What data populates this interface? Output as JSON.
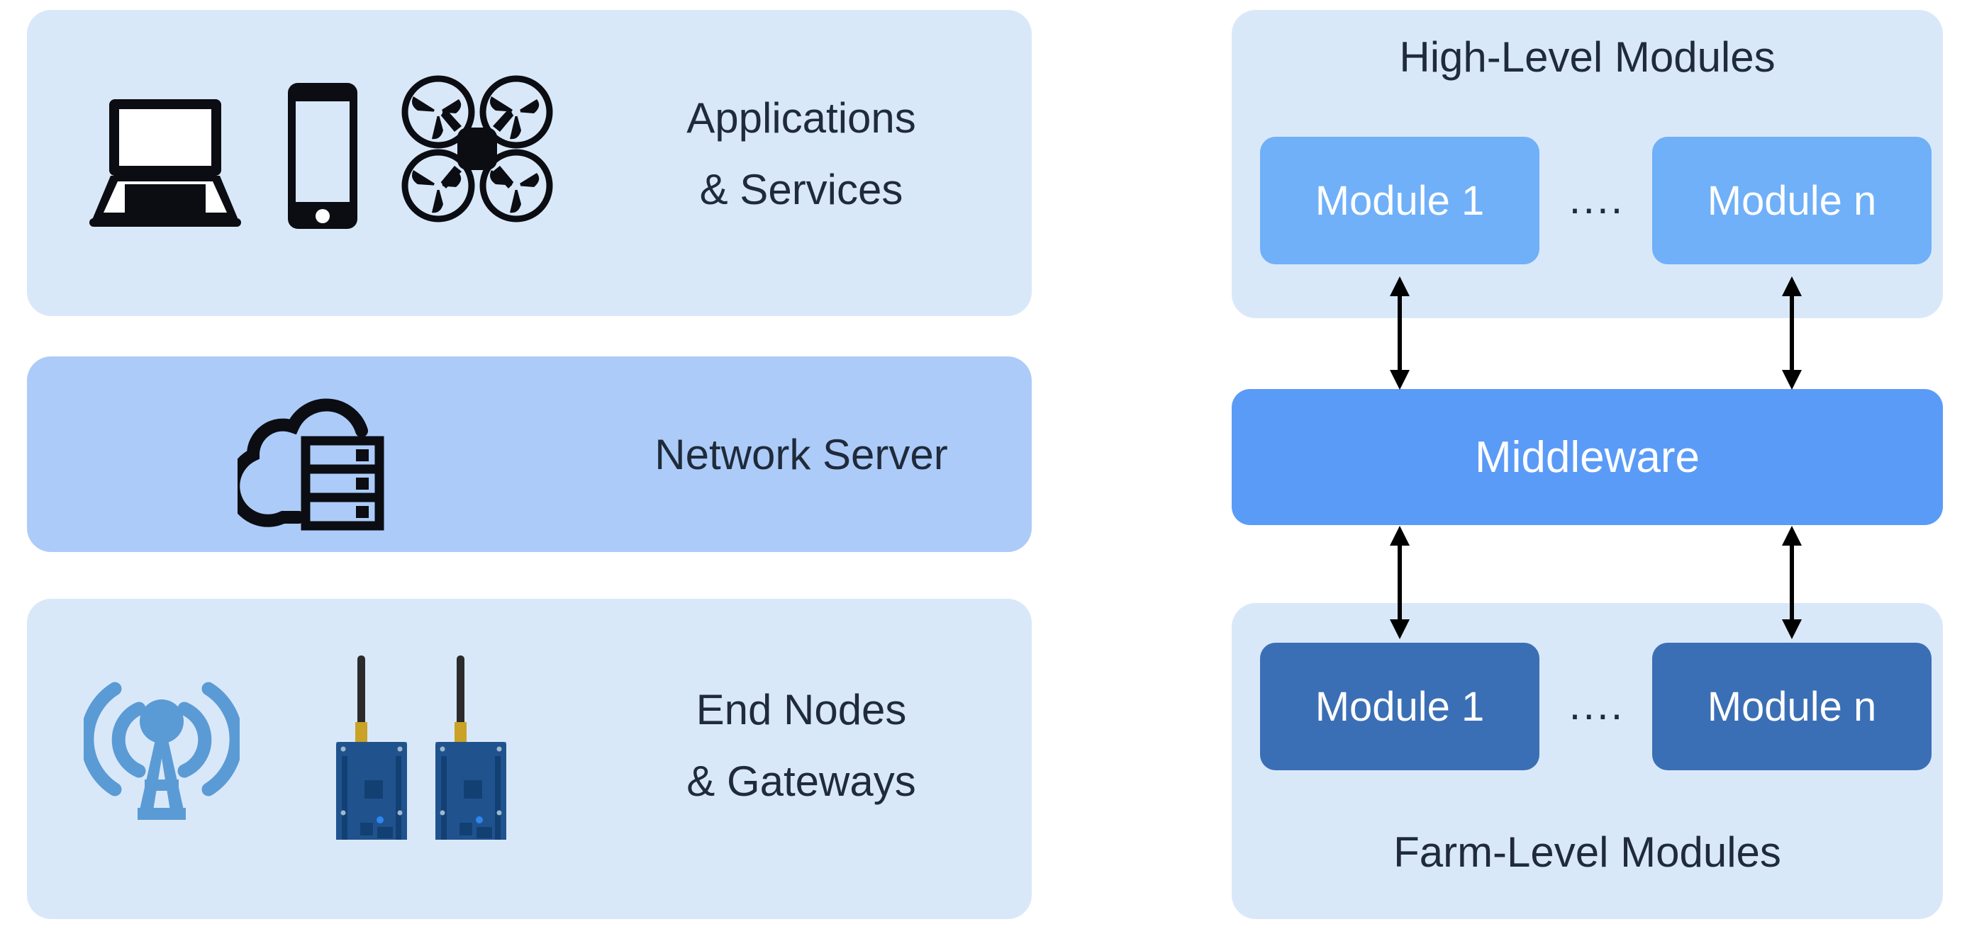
{
  "diagram": {
    "left_stack": {
      "panels": [
        {
          "id": "applications",
          "label_line1": "Applications",
          "label_line2": "& Services",
          "background": "#D9E8F9",
          "icons": [
            "laptop-icon",
            "smartphone-icon",
            "drone-icon"
          ]
        },
        {
          "id": "network-server",
          "label_line1": "Network Server",
          "label_line2": "",
          "background": "#ACCBF8",
          "icons": [
            "cloud-server-icon"
          ]
        },
        {
          "id": "end-nodes",
          "label_line1": "End Nodes",
          "label_line2": "& Gateways",
          "background": "#D9E8F9",
          "icons": [
            "antenna-tower-icon",
            "lora-board-icon",
            "lora-board-icon"
          ]
        }
      ]
    },
    "right_stack": {
      "high_level": {
        "title": "High-Level Modules",
        "background": "#D9E8F9",
        "module_color": "#6FB0F8",
        "modules": [
          "Module 1",
          "Module n"
        ],
        "ellipsis": "...."
      },
      "middleware": {
        "label": "Middleware",
        "background": "#5B9BF8"
      },
      "farm_level": {
        "title": "Farm-Level Modules",
        "background": "#D9E8F9",
        "module_color": "#3B6FB5",
        "modules": [
          "Module 1",
          "Module n"
        ],
        "ellipsis": "...."
      },
      "connectors": {
        "type": "double-headed-vertical-arrow",
        "color": "#000000",
        "count": 4
      }
    },
    "colors": {
      "panel_light": "#D9E8F9",
      "panel_medium": "#ACCBF8",
      "middleware_blue": "#5B9BF8",
      "module_high": "#6FB0F8",
      "module_farm": "#3B6FB5",
      "text_dark": "#1F2A3A",
      "tower_blue": "#5B9BD5"
    }
  }
}
